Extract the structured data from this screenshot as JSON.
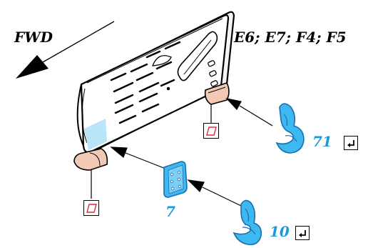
{
  "labels": {
    "direction": "FWD",
    "effectivity": "E6; E7; F4; F5"
  },
  "parts": [
    {
      "id": "part-71",
      "number": "71",
      "name": "hook-clip-upper"
    },
    {
      "id": "part-7",
      "number": "7",
      "name": "bracket-plate"
    },
    {
      "id": "part-10",
      "number": "10",
      "name": "hook-clip-lower"
    }
  ],
  "icons": {
    "return": "return-arrow-icon",
    "warning": "parallelogram-warning-icon"
  },
  "colors": {
    "part_fill": "#3db8f0",
    "part_stroke": "#1a6fb0",
    "label_blue": "#1a9ad6",
    "warn_red": "#e0283a",
    "foot_fill": "#f2c9b4",
    "panel_tint": "#aee0f7"
  }
}
